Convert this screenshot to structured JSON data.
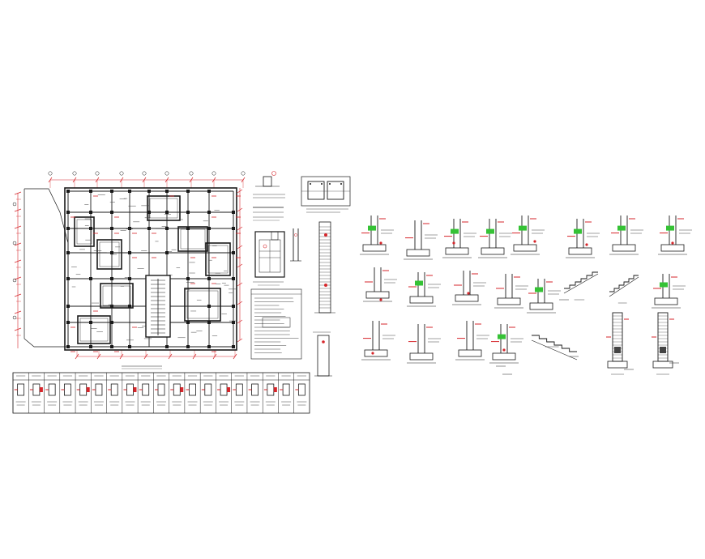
{
  "drawing": {
    "colors": {
      "background": "#ffffff",
      "linework": "#1a1a1a",
      "dimension": "#d6262b",
      "rebar_fill": "#35c235",
      "hatch": "#444444"
    },
    "sheets": [
      {
        "id": "foundation-plan",
        "kind": "floor-plan"
      },
      {
        "id": "column-details",
        "kind": "detail-callouts"
      },
      {
        "id": "general-notes",
        "kind": "notes-table"
      },
      {
        "id": "column-schedule",
        "kind": "schedule-strip",
        "cells": 19
      },
      {
        "id": "footing-sections",
        "kind": "section-details",
        "rows": 3
      }
    ]
  }
}
